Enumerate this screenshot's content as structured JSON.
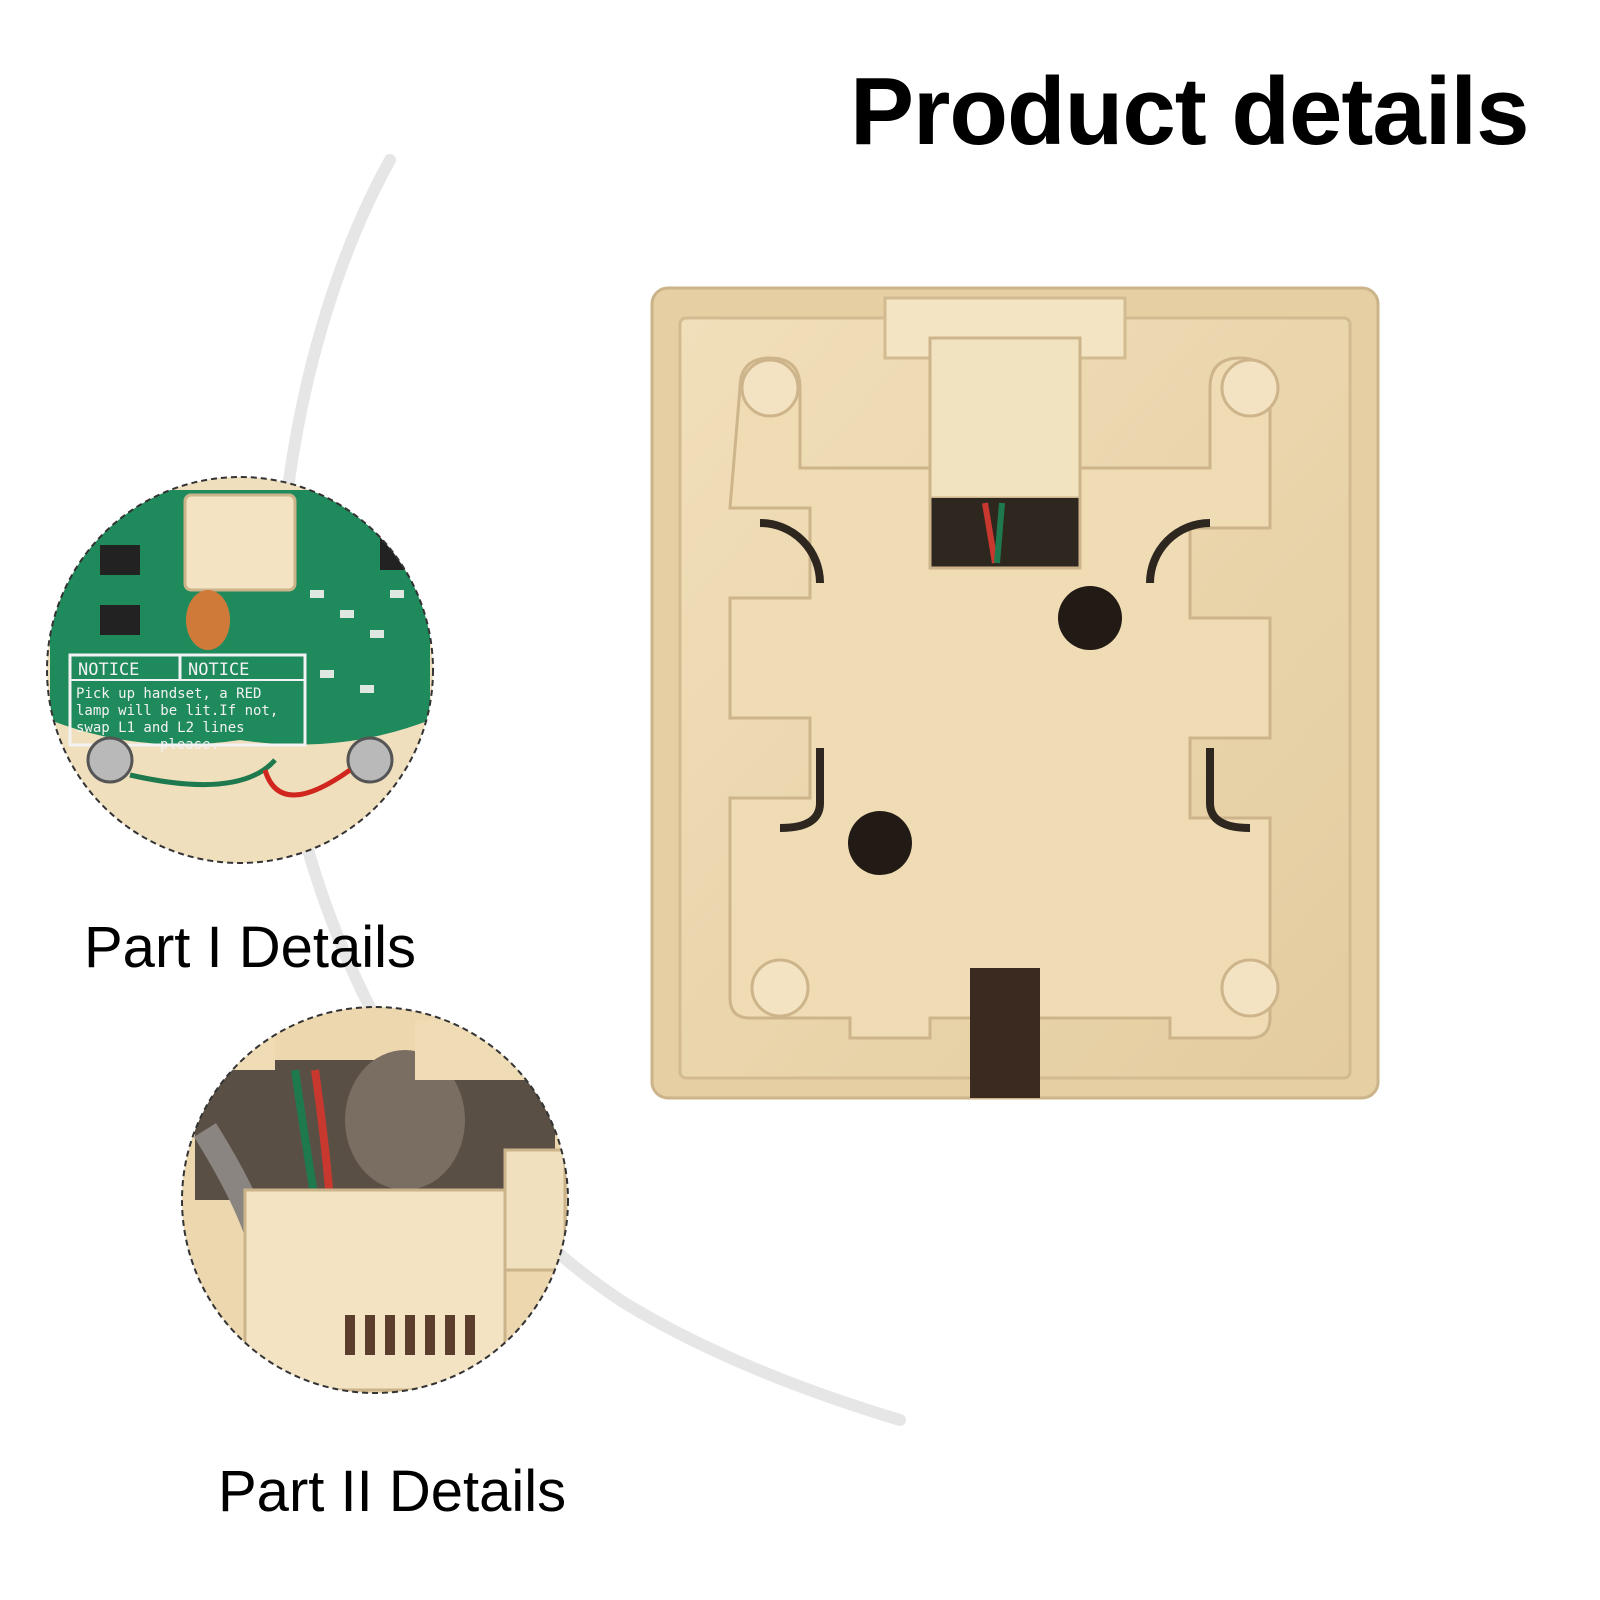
{
  "header": {
    "title": "Product details"
  },
  "captions": {
    "part1": "Part I Details",
    "part2": "Part II Details"
  },
  "pcb": {
    "notice_left": "NOTICE",
    "notice_right": "NOTICE",
    "instruction_lines": [
      "Pick up handset, a RED",
      "lamp will be lit.If not,",
      "swap L1 and L2 lines",
      "please."
    ]
  },
  "colors": {
    "beige": "#ecd7ae",
    "beige_dark": "#d9c196",
    "pcb_green": "#1f8a5c"
  }
}
